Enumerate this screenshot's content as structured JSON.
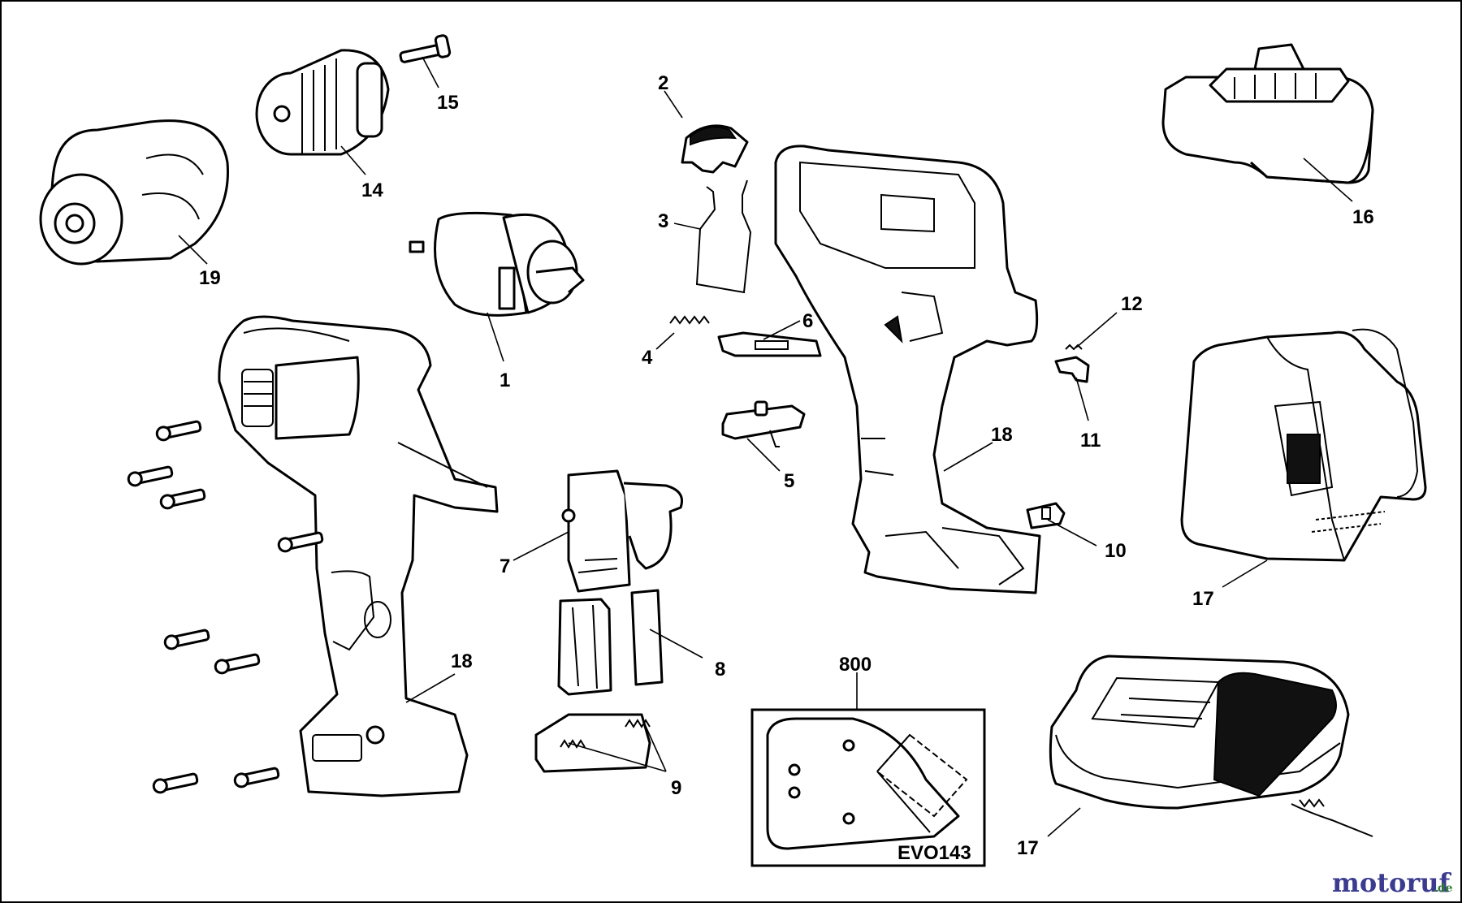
{
  "diagram": {
    "sheet_code": "EVO143",
    "kit_label": "800",
    "watermark": {
      "text": "motoruf",
      "suffix": ".de",
      "colors": [
        "#3b3b8f",
        "#c0392b",
        "#2e7d32"
      ]
    },
    "callouts": [
      {
        "id": "c1",
        "label": "1"
      },
      {
        "id": "c2",
        "label": "2"
      },
      {
        "id": "c3",
        "label": "3"
      },
      {
        "id": "c4",
        "label": "4"
      },
      {
        "id": "c5",
        "label": "5"
      },
      {
        "id": "c6",
        "label": "6"
      },
      {
        "id": "c7",
        "label": "7"
      },
      {
        "id": "c8",
        "label": "8"
      },
      {
        "id": "c9",
        "label": "9"
      },
      {
        "id": "c10",
        "label": "10"
      },
      {
        "id": "c11",
        "label": "11"
      },
      {
        "id": "c12",
        "label": "12"
      },
      {
        "id": "c14",
        "label": "14"
      },
      {
        "id": "c15",
        "label": "15"
      },
      {
        "id": "c16",
        "label": "16"
      },
      {
        "id": "c17a",
        "label": "17"
      },
      {
        "id": "c17b",
        "label": "17"
      },
      {
        "id": "c18a",
        "label": "18"
      },
      {
        "id": "c18b",
        "label": "18"
      },
      {
        "id": "c19",
        "label": "19"
      }
    ]
  }
}
